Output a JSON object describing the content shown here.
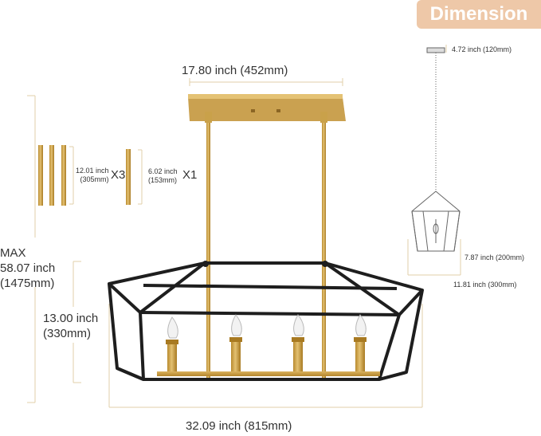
{
  "badge": {
    "label": "Dimension"
  },
  "dimensions": {
    "top_width": "17.80 inch (452mm)",
    "bottom_width": "32.09 inch (815mm)",
    "max_height_label": "MAX",
    "max_height_inch": "58.07 inch",
    "max_height_mm": "(1475mm)",
    "body_height_inch": "13.00 inch",
    "body_height_mm": "(330mm)",
    "rod_long_inch": "12.01 inch",
    "rod_long_mm": "(305mm)",
    "rod_long_qty": "X3",
    "rod_short_inch": "6.02 inch",
    "rod_short_mm": "(153mm)",
    "rod_short_qty": "X1"
  },
  "side_view": {
    "canopy": "4.72 inch (120mm)",
    "shade_height": "7.87 inch (200mm)",
    "shade_width": "11.81 inch (300mm)"
  },
  "colors": {
    "badge_bg": "#eec8a8",
    "gold": "#c9a14a",
    "frame": "#1e1e1e",
    "dimension_line": "#e2cfa9"
  }
}
